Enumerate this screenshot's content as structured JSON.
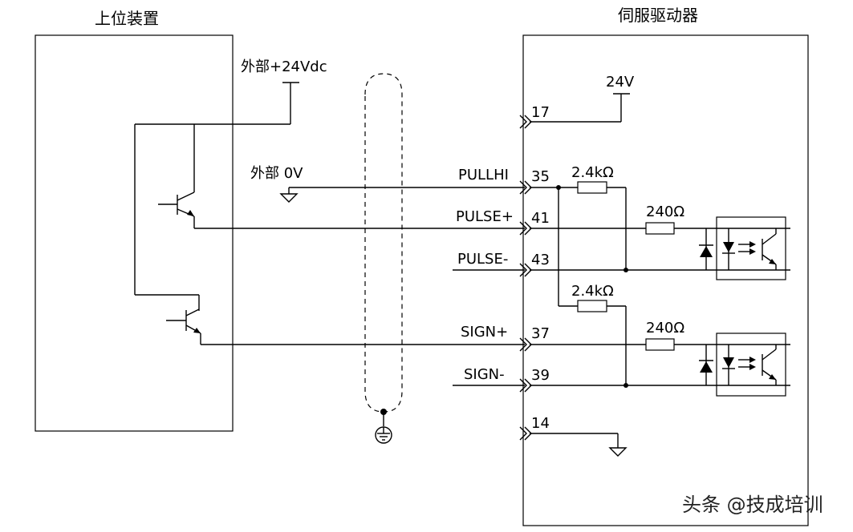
{
  "host": {
    "title": "上位装置"
  },
  "driver": {
    "title": "伺服驱动器"
  },
  "external": {
    "plus24": "外部+24Vdc",
    "zero_v": "外部 0V"
  },
  "supply": {
    "label": "24V"
  },
  "signals": {
    "pullhi": "PULLHI",
    "pulse_plus": "PULSE+",
    "pulse_minus": "PULSE-",
    "sign_plus": "SIGN+",
    "sign_minus": "SIGN-"
  },
  "pins": {
    "p17": "17",
    "p35": "35",
    "p41": "41",
    "p43": "43",
    "p37": "37",
    "p39": "39",
    "p14": "14"
  },
  "resistors": {
    "r_upper": "2.4kΩ",
    "r_lower": "2.4kΩ",
    "r_pulse": "240Ω",
    "r_sign": "240Ω"
  },
  "watermark": "头条 @技成培训"
}
